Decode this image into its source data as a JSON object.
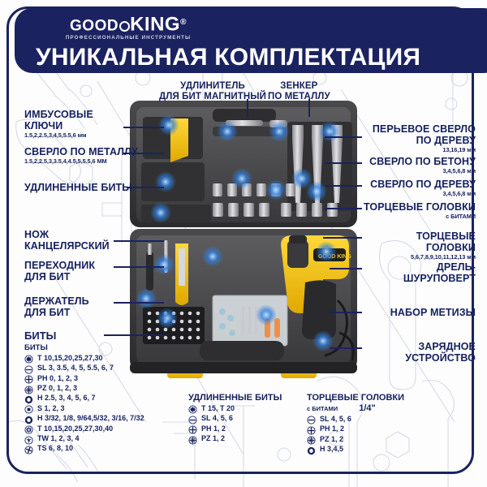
{
  "header": {
    "brand_first": "GOOD",
    "brand_second": "KING",
    "brand_reg": "®",
    "brand_tagline": "ПРОФЕССИОНАЛЬНЫЕ ИНСТРУМЕНТЫ",
    "title": "УНИКАЛЬНАЯ КОМПЛЕКТАЦИЯ",
    "bg_color": "#1b2260",
    "text_color": "#ffffff"
  },
  "theme": {
    "navy": "#1b2260",
    "label_navy": "#15205e",
    "page_bg": "#fdfdfd",
    "watermark": "#c9cfe0",
    "drill_yellow": "#f5c518",
    "glow_blue": "#2f7fe0"
  },
  "top_callouts": [
    {
      "line1": "УДЛИНИТЕЛЬ",
      "line2": "ДЛЯ БИТ МАГНИТНЫЙ"
    },
    {
      "line1": "ЗЕНКЕР",
      "line2": "ПО МЕТАЛЛУ"
    }
  ],
  "left_callouts": [
    {
      "line1": "ИМБУСОВЫЕ",
      "line2": "КЛЮЧИ",
      "spec": "1.5,2,2.5,3,4,5,5.5,6 мм"
    },
    {
      "line1": "СВЕРЛО ПО МЕТАЛЛУ",
      "line2": "",
      "spec": "1.5,2,2.5,3,3.5,4,4.5,5,5.5,6 ММ"
    },
    {
      "line1": "УДЛИНЕННЫЕ БИТЫ",
      "line2": "",
      "spec": ""
    },
    {
      "line1": "НОЖ",
      "line2": "КАНЦЕЛЯРСКИЙ",
      "spec": ""
    },
    {
      "line1": "ПЕРЕХОДНИК",
      "line2": "ДЛЯ БИТ",
      "spec": ""
    },
    {
      "line1": "ДЕРЖАТЕЛЬ",
      "line2": "ДЛЯ БИТ",
      "spec": ""
    },
    {
      "line1": "БИТЫ",
      "line2": "",
      "spec": ""
    }
  ],
  "right_callouts": [
    {
      "line1": "ПЕРЬЕВОЕ СВЕРЛО",
      "line2": "ПО ДЕРЕВУ",
      "spec": "13,16,19 мм"
    },
    {
      "line1": "СВЕРЛО  ПО БЕТОНУ",
      "line2": "",
      "spec": "3,4,5,6,8 мм"
    },
    {
      "line1": "СВЕРЛО ПО ДЕРЕВУ",
      "line2": "",
      "spec": "3,4,5,6,8 мм"
    },
    {
      "line1": "ТОРЦЕВЫЕ ГОЛОВКИ",
      "line2": "",
      "spec": "с БИТАМИ"
    },
    {
      "line1": "ТОРЦЕВЫЕ",
      "line2": "ГОЛОВКИ",
      "spec": "5,6,7,8,9,10,11,12,13 мм"
    },
    {
      "line1": "ДРЕЛЬ-",
      "line2": "ШУРУПОВЕРТ",
      "spec": ""
    },
    {
      "line1": "НАБОР МЕТИЗЫ",
      "line2": "",
      "spec": ""
    },
    {
      "line1": "ЗАРЯДНОЕ",
      "line2": "УСТРОЙСТВО",
      "spec": ""
    }
  ],
  "bits_list": {
    "heading": "БИТЫ",
    "subheading": "БИТЫ",
    "items": [
      {
        "icon": "torx-bit-icon",
        "text": "T 10,15,20,25,27,30"
      },
      {
        "icon": "slotted-bit-icon",
        "text": "SL 3, 3.5, 4, 5, 5.5, 6, 7"
      },
      {
        "icon": "phillips-bit-icon",
        "text": "PH 0, 1, 2, 3"
      },
      {
        "icon": "pozidriv-bit-icon",
        "text": "PZ 0, 1, 2, 3"
      },
      {
        "icon": "hex-bit-icon",
        "text": "H 2.5, 3, 4, 5, 6, 7"
      },
      {
        "icon": "square-bit-icon",
        "text": "S 1, 2, 3"
      },
      {
        "icon": "hex-bit-icon",
        "text": "H 3/32, 1/8, 9/64,5/32, 3/16, 7/32"
      },
      {
        "icon": "torx-tamper-bit-icon",
        "text": "T 10,15,20,25,27,30,40"
      },
      {
        "icon": "triwing-bit-icon",
        "text": "TW 1, 2, 3, 4"
      },
      {
        "icon": "torqset-bit-icon",
        "text": "TS 6, 8, 10"
      }
    ]
  },
  "extended_bits_list": {
    "heading": "УДЛИНЕННЫЕ БИТЫ",
    "items": [
      {
        "icon": "torx-bit-icon",
        "text": "T 15, T 20"
      },
      {
        "icon": "slotted-bit-icon",
        "text": "SL 4, 5, 6"
      },
      {
        "icon": "phillips-bit-icon",
        "text": "PH 1, 2"
      },
      {
        "icon": "pozidriv-bit-icon",
        "text": "PZ 1, 2"
      }
    ]
  },
  "sockets_list": {
    "heading": "ТОРЦЕВЫЕ ГОЛОВКИ",
    "subheading": "с БИТАМИ",
    "size": "1/4\"",
    "items": [
      {
        "icon": "slotted-bit-icon",
        "text": "SL 4, 5, 6"
      },
      {
        "icon": "phillips-bit-icon",
        "text": "PH 1, 2"
      },
      {
        "icon": "pozidriv-bit-icon",
        "text": "PZ 1, 2"
      },
      {
        "icon": "hex-bit-icon",
        "text": "H 3,4,5"
      }
    ]
  },
  "product_photo": {
    "alt": "Кейс с дрелью-шуруповертом и набором оснастки",
    "drill_logo": "GOOD KING"
  }
}
